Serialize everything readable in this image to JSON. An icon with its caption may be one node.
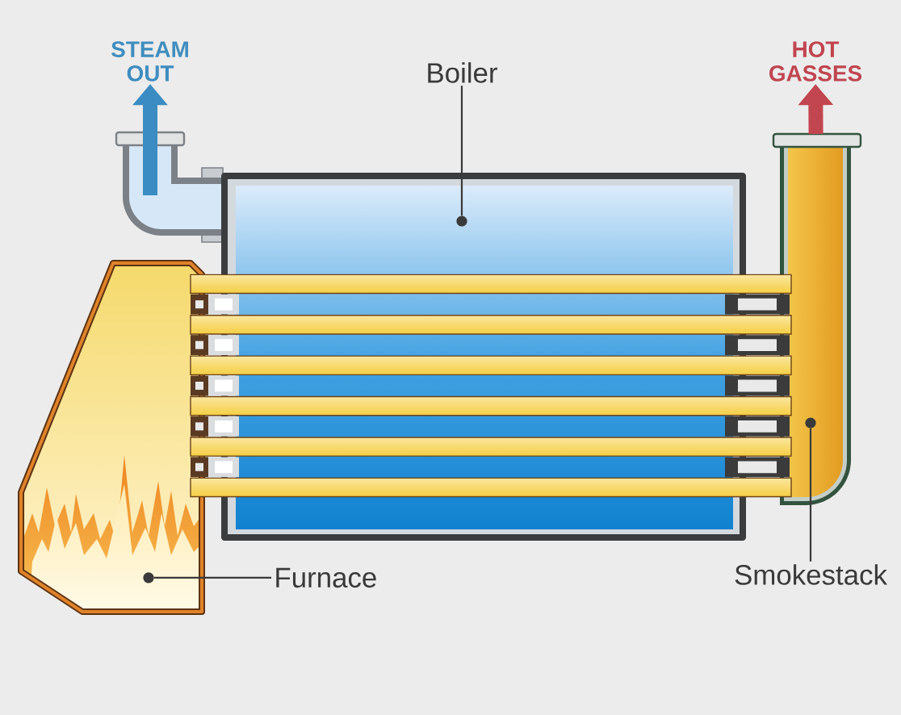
{
  "diagram": {
    "nodes": [
      {
        "text": [
          "STEAM OUT"
        ]
      },
      {
        "text": [
          "Boiler"
        ]
      },
      {
        "text": [
          "HOT GASSES"
        ]
      },
      {
        "text": [],
        "shape": "bar"
      },
      {
        "text": [],
        "shape": "box"
      },
      {
        "text": [],
        "shape": "circle",
        "in": 4
      },
      {
        "text": [],
        "shape": "bar"
      },
      {
        "text": [],
        "shape": "circle",
        "in": 6
      },
      {
        "text": [],
        "shape": "box"
      },
      {
        "text": [],
        "shape": "circle",
        "in": 8
      },
      {
        "text": [],
        "shape": "bar"
      },
      {
        "text": [],
        "shape": "bar"
      },
      {
        "text": [],
        "shape": "bar"
      },
      {
        "text": [],
        "shape": "bar"
      },
      {
        "text": [],
        "shape": "bar"
      },
      {
        "text": [],
        "shape": "bar"
      },
      {
        "text": [
          "Furnace"
        ]
      },
      {
        "text": [
          "Smokestack"
        ]
      }
    ],
    "edges": [
      {
        "from": 3,
        "to": 0,
        "arrow": "to",
        "style": "thick",
        "color": "#3a8cc2"
      },
      {
        "from": 1,
        "to": 5,
        "arrow": "none"
      },
      {
        "from": 6,
        "to": 2,
        "arrow": "to",
        "style": "thick",
        "color": "#c2464f"
      },
      {
        "from": 16,
        "to": 9,
        "arrow": "none"
      },
      {
        "from": 17,
        "to": 7,
        "arrow": "none"
      }
    ]
  }
}
